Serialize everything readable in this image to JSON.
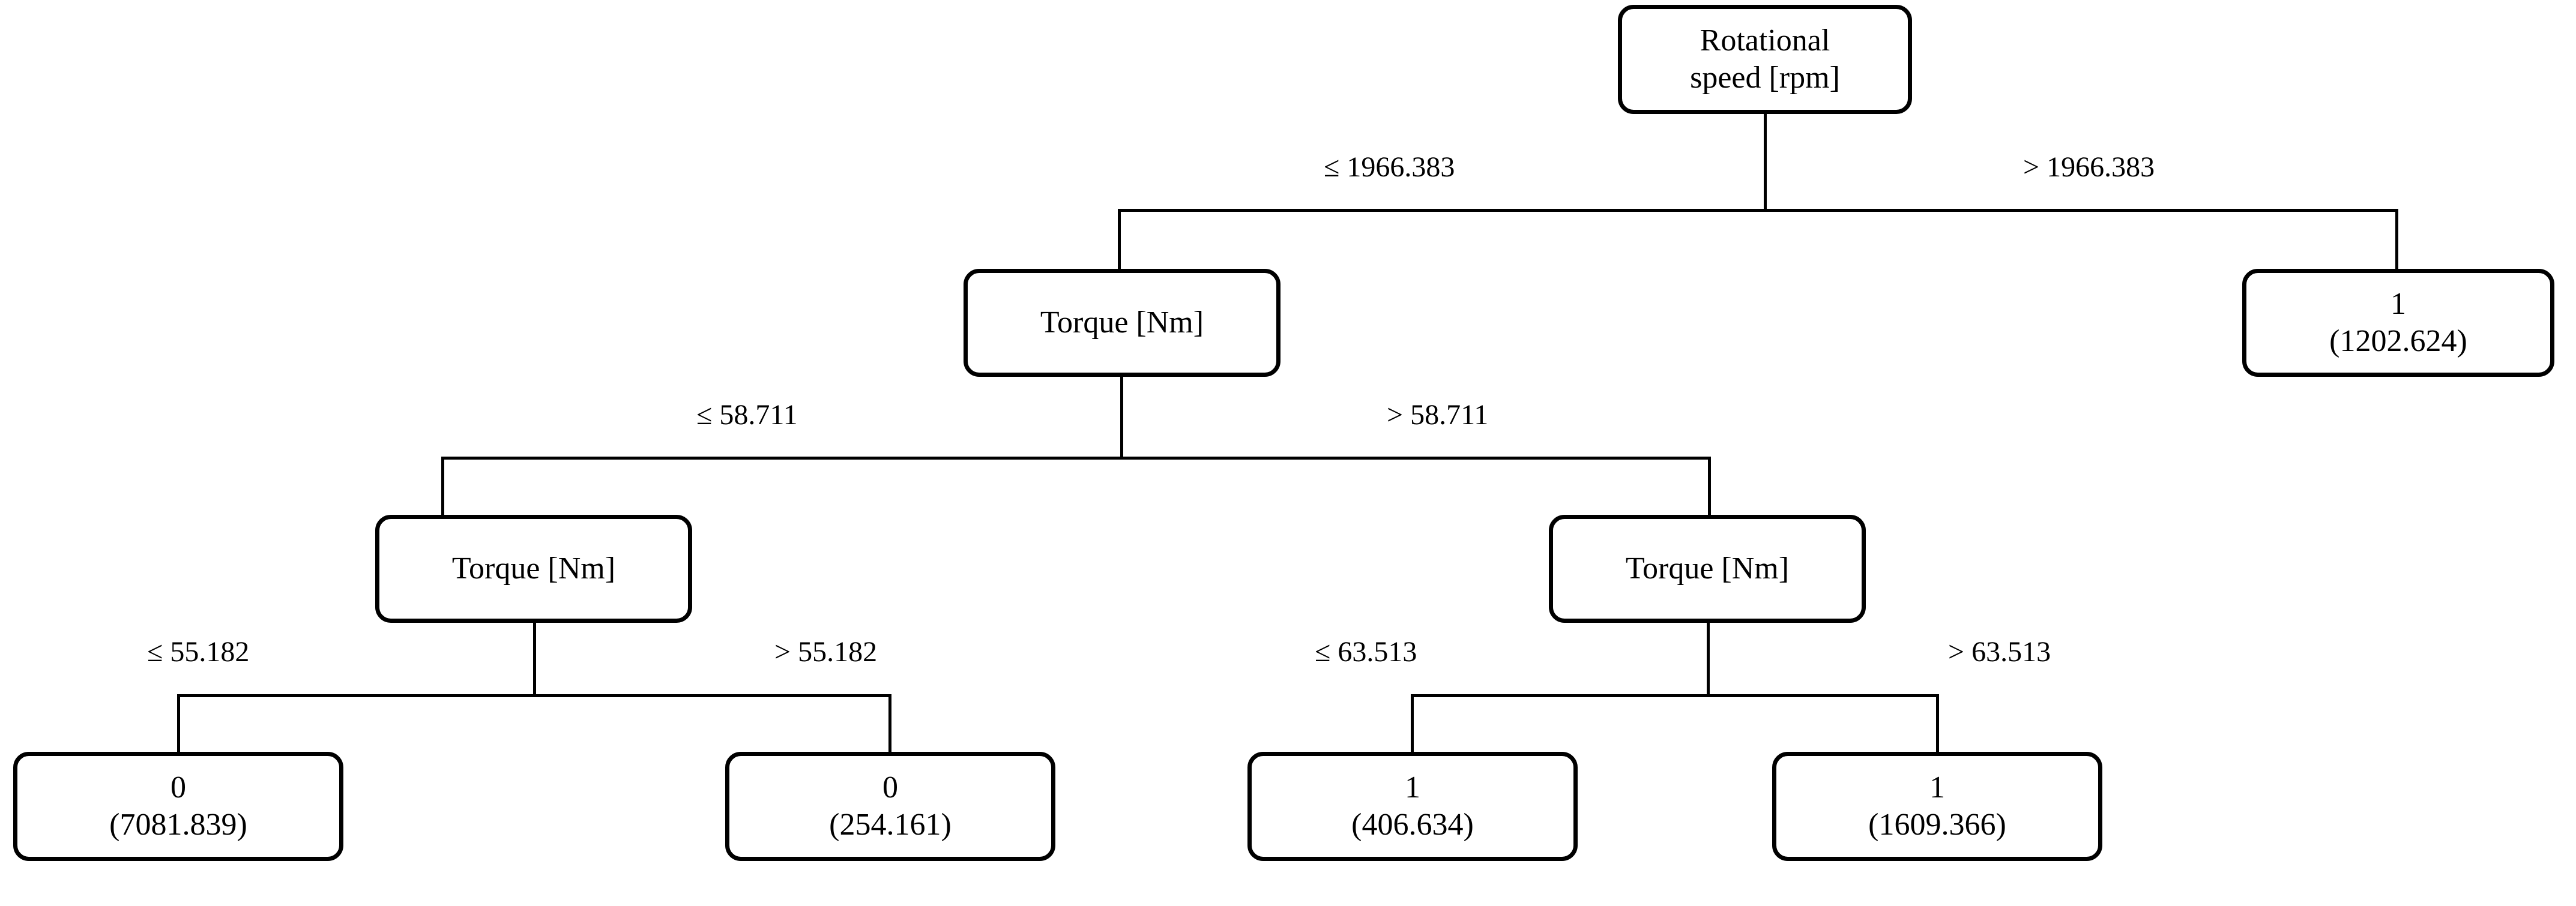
{
  "chart_data": {
    "type": "diagram",
    "subtype": "decision-tree",
    "title": "",
    "description": "Binary classification decision tree with splits on Rotational speed [rpm] and Torque [Nm]. Leaf boxes show predicted class and weighted sample count in parentheses.",
    "nodes": [
      {
        "id": "n0",
        "kind": "split",
        "depth": 0,
        "label_line1": "Rotational",
        "label_line2": "speed [rpm]",
        "feature": "Rotational speed [rpm]",
        "threshold": 1966.383,
        "left_label": "≤ 1966.383",
        "right_label": "> 1966.383",
        "left_child": "n1",
        "right_child": "n2"
      },
      {
        "id": "n1",
        "kind": "split",
        "depth": 1,
        "label_line1": "Torque [Nm]",
        "label_line2": "",
        "feature": "Torque [Nm]",
        "threshold": 58.711,
        "left_label": "≤ 58.711",
        "right_label": "> 58.711",
        "left_child": "n3",
        "right_child": "n4"
      },
      {
        "id": "n2",
        "kind": "leaf",
        "depth": 1,
        "label_line1": "1",
        "label_line2": "(1202.624)",
        "predicted_class": "1",
        "value": 1202.624
      },
      {
        "id": "n3",
        "kind": "split",
        "depth": 2,
        "label_line1": "Torque [Nm]",
        "label_line2": "",
        "feature": "Torque [Nm]",
        "threshold": 55.182,
        "left_label": "≤ 55.182",
        "right_label": "> 55.182",
        "left_child": "n5",
        "right_child": "n6"
      },
      {
        "id": "n4",
        "kind": "split",
        "depth": 2,
        "label_line1": "Torque [Nm]",
        "label_line2": "",
        "feature": "Torque [Nm]",
        "threshold": 63.513,
        "left_label": "≤ 63.513",
        "right_label": "> 63.513",
        "left_child": "n7",
        "right_child": "n8"
      },
      {
        "id": "n5",
        "kind": "leaf",
        "depth": 3,
        "label_line1": "0",
        "label_line2": "(7081.839)",
        "predicted_class": "0",
        "value": 7081.839
      },
      {
        "id": "n6",
        "kind": "leaf",
        "depth": 3,
        "label_line1": "0",
        "label_line2": "(254.161)",
        "predicted_class": "0",
        "value": 254.161
      },
      {
        "id": "n7",
        "kind": "leaf",
        "depth": 3,
        "label_line1": "1",
        "label_line2": "(406.634)",
        "predicted_class": "1",
        "value": 406.634
      },
      {
        "id": "n8",
        "kind": "leaf",
        "depth": 3,
        "label_line1": "1",
        "label_line2": "(1609.366)",
        "predicted_class": "1",
        "value": 1609.366
      }
    ],
    "edge_labels": [
      "≤ 1966.383",
      "> 1966.383",
      "≤ 58.711",
      "> 58.711",
      "≤ 55.182",
      "> 55.182",
      "≤ 63.513",
      "> 63.513"
    ],
    "colors": {
      "background": "#ffffff",
      "node_border": "#000000",
      "node_fill": "#ffffff",
      "text": "#000000",
      "connector": "#000000"
    }
  },
  "tree": {
    "root": {
      "line1": "Rotational",
      "line2": "speed [rpm]"
    },
    "level1": {
      "torque": {
        "line1": "Torque [Nm]"
      },
      "leaf_right": {
        "line1": "1",
        "line2": "(1202.624)"
      }
    },
    "level2": {
      "torque_left": {
        "line1": "Torque [Nm]"
      },
      "torque_right": {
        "line1": "Torque [Nm]"
      }
    },
    "leaves": [
      {
        "line1": "0",
        "line2": "(7081.839)"
      },
      {
        "line1": "0",
        "line2": "(254.161)"
      },
      {
        "line1": "1",
        "line2": "(406.634)"
      },
      {
        "line1": "1",
        "line2": "(1609.366)"
      }
    ],
    "edges": {
      "root_left": "≤ 1966.383",
      "root_right": "> 1966.383",
      "l1_left": "≤ 58.711",
      "l1_right": "> 58.711",
      "l2a_left": "≤ 55.182",
      "l2a_right": "> 55.182",
      "l2b_left": "≤ 63.513",
      "l2b_right": "> 63.513"
    }
  }
}
